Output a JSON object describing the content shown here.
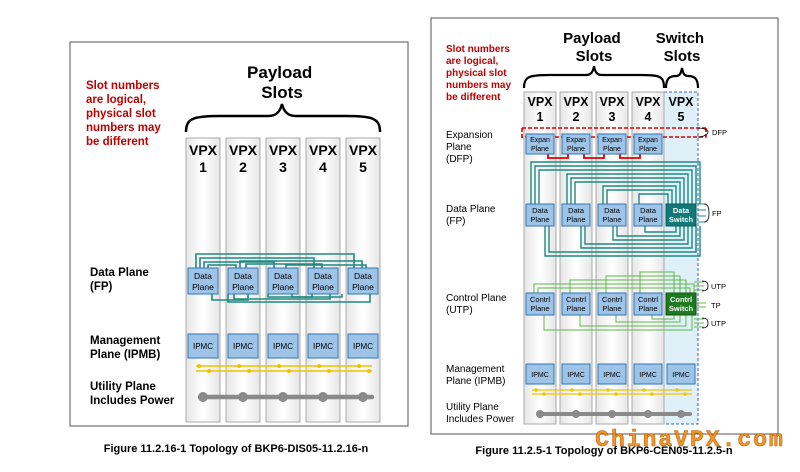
{
  "left": {
    "note": [
      "Slot numbers",
      "are logical,",
      "physical slot",
      "numbers may",
      "be different"
    ],
    "payload": [
      "Payload",
      "Slots"
    ],
    "slots": [
      {
        "top": "VPX",
        "num": "1"
      },
      {
        "top": "VPX",
        "num": "2"
      },
      {
        "top": "VPX",
        "num": "3"
      },
      {
        "top": "VPX",
        "num": "4"
      },
      {
        "top": "VPX",
        "num": "5"
      }
    ],
    "data_plane_label": [
      "Data Plane",
      "(FP)"
    ],
    "data_box": [
      "Data",
      "Plane"
    ],
    "mgmt_label": [
      "Management",
      "Plane (IPMB)"
    ],
    "ipmc": "IPMC",
    "utility_label": [
      "Utility Plane",
      "Includes Power"
    ],
    "caption": "Figure 11.2.16-1 Topology of BKP6-DIS05-11.2.16-n"
  },
  "right": {
    "note": [
      "Slot numbers",
      "are logical,",
      "physical slot",
      "numbers may",
      "be different"
    ],
    "payload": [
      "Payload",
      "Slots"
    ],
    "switch": [
      "Switch",
      "Slots"
    ],
    "slots": [
      {
        "top": "VPX",
        "num": "1"
      },
      {
        "top": "VPX",
        "num": "2"
      },
      {
        "top": "VPX",
        "num": "3"
      },
      {
        "top": "VPX",
        "num": "4"
      },
      {
        "top": "VPX",
        "num": "5"
      }
    ],
    "expansion_label": [
      "Expansion",
      "Plane",
      "(DFP)"
    ],
    "expan_box": [
      "Expan",
      "Plane"
    ],
    "dfp": "DFP",
    "data_label": [
      "Data Plane",
      "(FP)"
    ],
    "data_box": [
      "Data",
      "Plane"
    ],
    "data_switch": [
      "Data",
      "Switch"
    ],
    "fp": "FP",
    "control_label": [
      "Control Plane",
      "(UTP)"
    ],
    "contrl_box": [
      "Contrl",
      "Plane"
    ],
    "contrl_switch": [
      "Contrl",
      "Switch"
    ],
    "utp_top": "UTP",
    "tp": "TP",
    "utp_bottom": "UTP",
    "mgmt_label": [
      "Management",
      "Plane (IPMB)"
    ],
    "ipmc": "IPMC",
    "utility_label": [
      "Utility Plane",
      "Includes Power"
    ],
    "caption": "Figure 11.2.5-1 Topology of BKP6-CEN05-11.2.5-n"
  },
  "watermark": "ChinaVPX.com",
  "colors": {
    "note_red": "#c00000",
    "box_blue": "#9dc3e6",
    "box_border": "#2e75b6",
    "teal": "#1f8a80",
    "switch_teal": "#117a78",
    "green": "#5fb847",
    "contrl_switch": "#1e7a1e",
    "ipmb_yellow": "#f2c200",
    "dfp_red": "#e00000",
    "watermark_orange": "#f08a12"
  }
}
